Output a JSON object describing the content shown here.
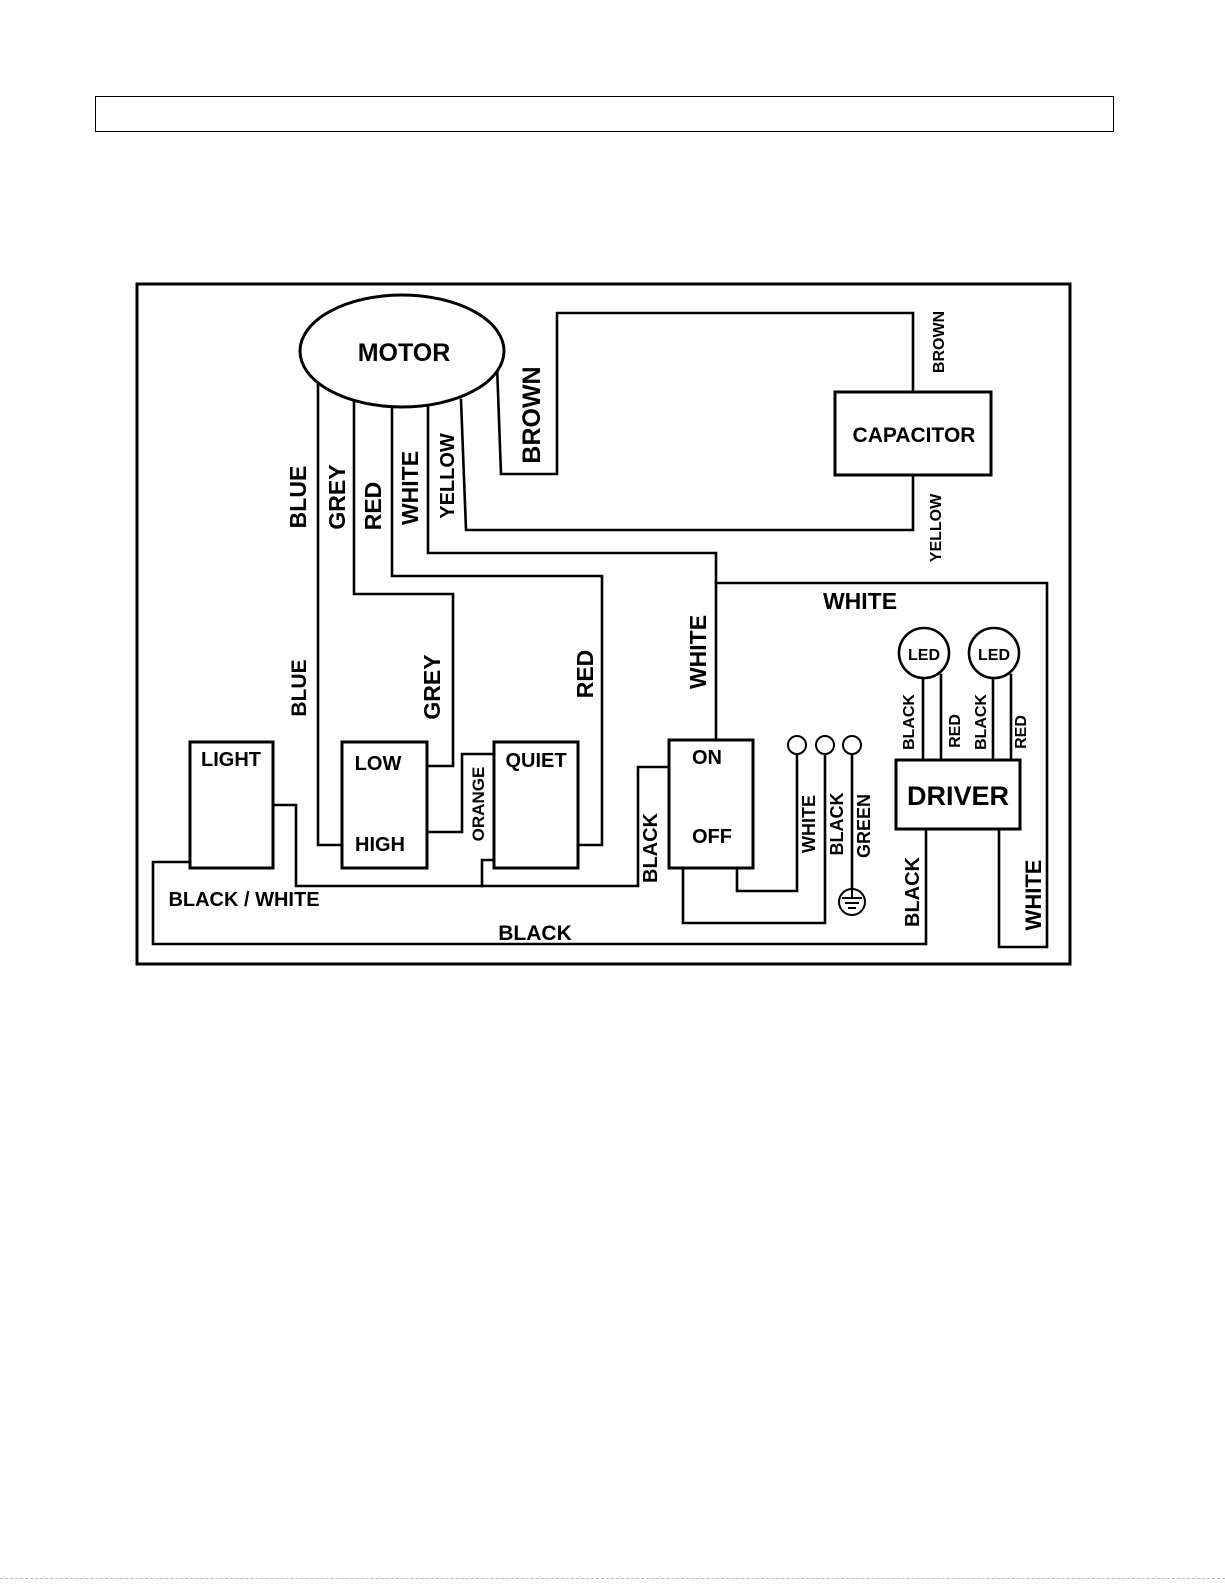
{
  "header": {
    "text": ""
  },
  "components": {
    "motor": "MOTOR",
    "capacitor": "CAPACITOR",
    "light": "LIGHT",
    "low": "LOW",
    "high": "HIGH",
    "quiet": "QUIET",
    "on": "ON",
    "off": "OFF",
    "driver": "DRIVER",
    "led": "LED"
  },
  "wire_labels": {
    "brown_motor": "BROWN",
    "brown_cap": "BROWN",
    "capacitor_yellow": "YELLOW",
    "blue_upper": "BLUE",
    "grey_upper": "GREY",
    "red_upper": "RED",
    "white_upper": "WHITE",
    "yellow_upper": "YELLOW",
    "blue_lower": "BLUE",
    "grey_lower": "GREY",
    "red_lower": "RED",
    "white_switch": "WHITE",
    "white_top": "WHITE",
    "orange": "ORANGE",
    "black_switch": "BLACK",
    "black_white": "BLACK / WHITE",
    "black_bottom": "BLACK",
    "supply_white": "WHITE",
    "supply_black": "BLACK",
    "supply_green": "GREEN",
    "led1_black": "BLACK",
    "led1_red": "RED",
    "led2_black": "BLACK",
    "led2_red": "RED",
    "driver_black": "BLACK",
    "driver_white": "WHITE"
  },
  "icons": {
    "ground": "ground-symbol-icon",
    "terminal": "wire-terminal-icon"
  }
}
